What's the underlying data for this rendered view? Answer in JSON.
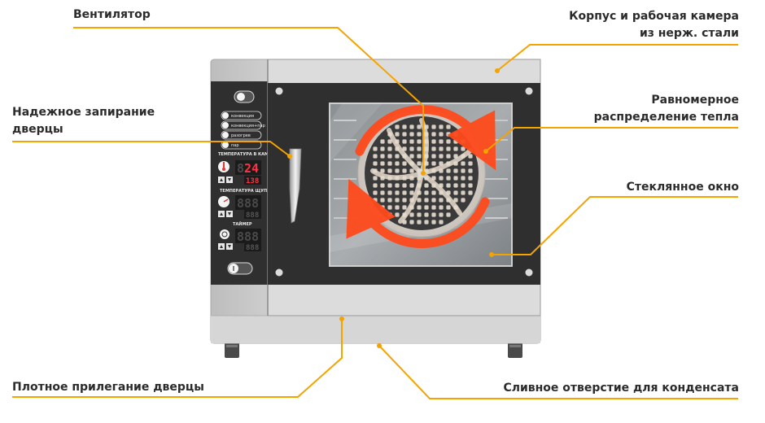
{
  "callouts": {
    "fan": "Вентилятор",
    "body_line1": "Корпус и рабочая камера",
    "body_line2": "из нерж. стали",
    "lock_line1": "Надежное запирание",
    "lock_line2": "дверцы",
    "heat_line1": "Равномерное",
    "heat_line2": "распределение тепла",
    "glass": "Стеклянное окно",
    "seal": "Плотное прилегание дверцы",
    "drain": "Сливное отверстие для конденсата"
  },
  "control_panel": {
    "modes": [
      "конвекция",
      "конвекция+пар",
      "разогрев",
      "пар"
    ],
    "chamber_temp_label": "ТЕМПЕРАТУРА В КАМЕРЕ",
    "chamber_temp_value": "24",
    "chamber_temp_set": "138",
    "probe_temp_label": "ТЕМПЕРАТУРА ЩУПА",
    "probe_temp_value": "888",
    "probe_temp_set": "888",
    "timer_label": "ТАЙМЕР",
    "timer_value": "888",
    "timer_set": "888"
  },
  "colors": {
    "callout_line": "#f5a300",
    "heat_arrow": "#ff4a1c",
    "steel": "#d9d9d9",
    "panel_dark": "#2f2f2f",
    "display_red": "#ff3344"
  }
}
